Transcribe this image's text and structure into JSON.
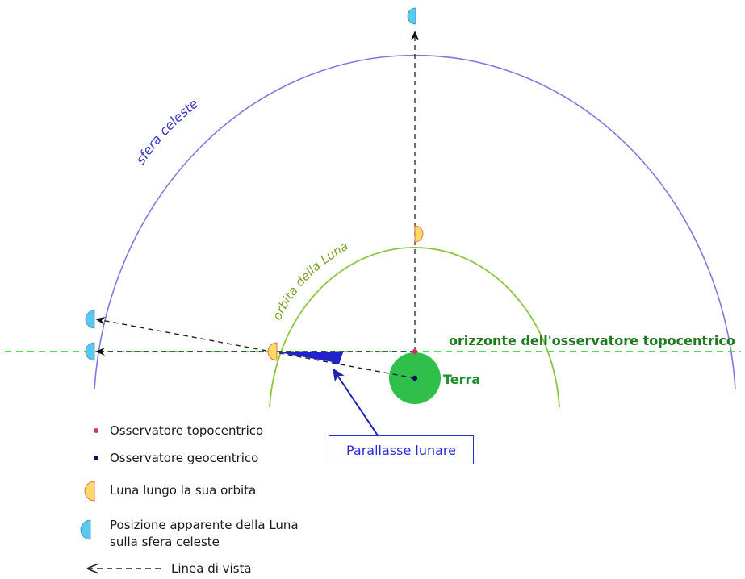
{
  "labels": {
    "celestial_sphere": "sfera celeste",
    "moon_orbit": "orbita della Luna",
    "horizon": "orizzonte dell'osservatore topocentrico",
    "earth": "Terra",
    "parallax": "Parallasse lunare"
  },
  "legend": [
    {
      "icon": "topocentric-dot-icon",
      "text": "Osservatore topocentrico"
    },
    {
      "icon": "geocentric-dot-icon",
      "text": "Osservatore geocentrico"
    },
    {
      "icon": "moon-orbit-half-icon",
      "text": "Luna lungo la sua orbita"
    },
    {
      "icon": "moon-sphere-half-icon",
      "text": "Posizione apparente della Luna",
      "text2": "sulla sfera celeste"
    },
    {
      "icon": "line-of-sight-arrow-icon",
      "text": "Linea di vista"
    }
  ],
  "colors": {
    "celestial_sphere": "#7b7bde",
    "moon_orbit": "#8cc63f",
    "horizon": "#33dd33",
    "earth": "#2fbf4a",
    "earth_label": "#1f8f2f",
    "horizon_label": "#1d7a1d",
    "parallax": "#2222cc",
    "moon_orbit_fill": "#ffd966",
    "moon_sphere_fill": "#5bc8ef",
    "topocentric": "#d6336c",
    "geocentric": "#1a0b5e"
  }
}
